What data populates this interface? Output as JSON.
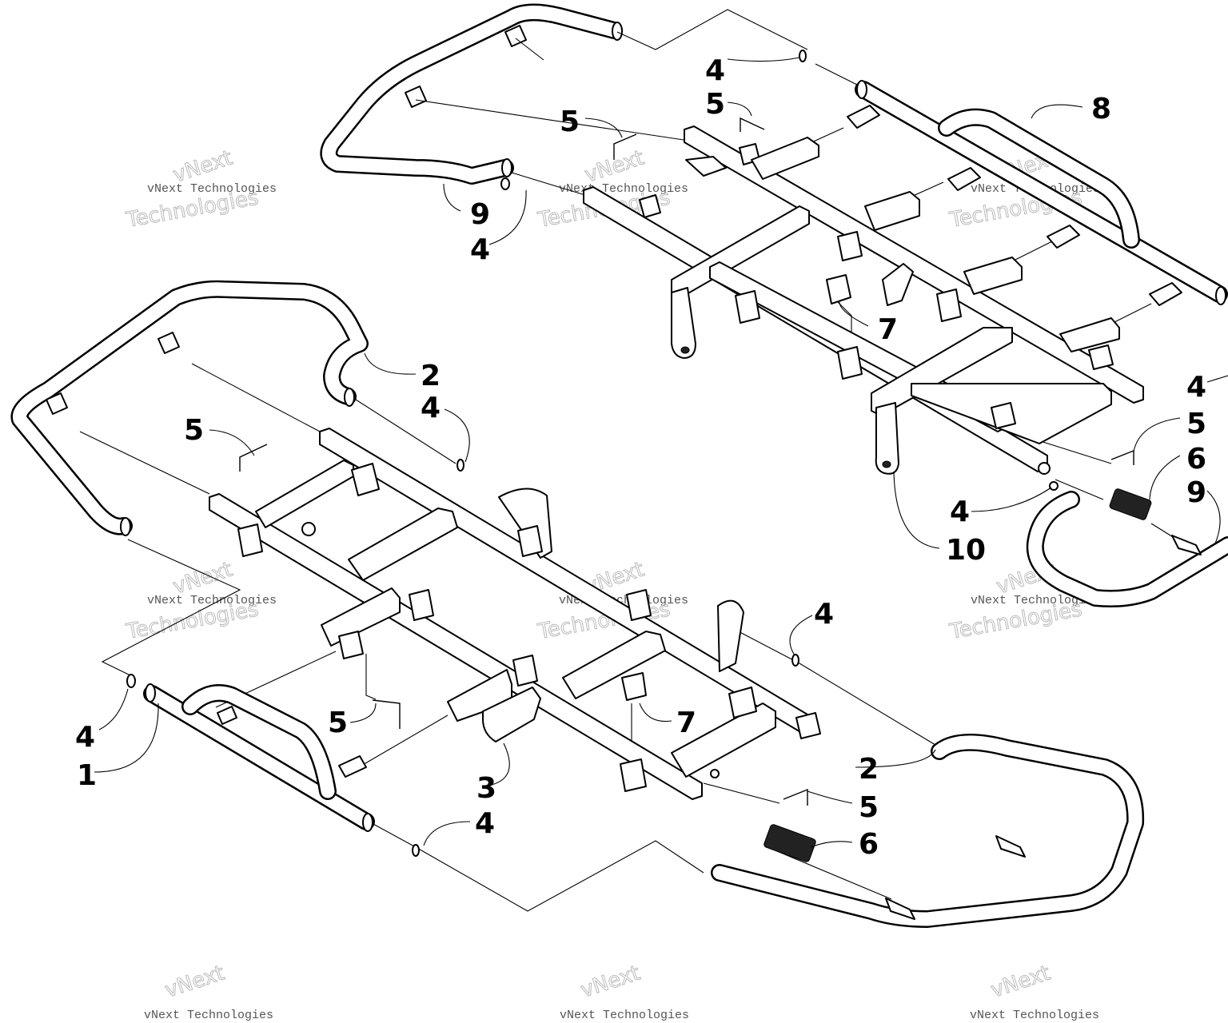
{
  "part_numbers": {
    "upper": [
      {
        "id": "u4a",
        "text": "4"
      },
      {
        "id": "u5a",
        "text": "5"
      },
      {
        "id": "u5b",
        "text": "5"
      },
      {
        "id": "u8",
        "text": "8"
      },
      {
        "id": "u9a",
        "text": "9"
      },
      {
        "id": "u4b",
        "text": "4"
      },
      {
        "id": "u7",
        "text": "7"
      },
      {
        "id": "u4c",
        "text": "4"
      },
      {
        "id": "u5c",
        "text": "5"
      },
      {
        "id": "u6",
        "text": "6"
      },
      {
        "id": "u9b",
        "text": "9"
      },
      {
        "id": "u4d",
        "text": "4"
      },
      {
        "id": "u10",
        "text": "10"
      }
    ],
    "lower": [
      {
        "id": "l2a",
        "text": "2"
      },
      {
        "id": "l4a",
        "text": "4"
      },
      {
        "id": "l5a",
        "text": "5"
      },
      {
        "id": "l4b",
        "text": "4"
      },
      {
        "id": "l7",
        "text": "7"
      },
      {
        "id": "l4c",
        "text": "4"
      },
      {
        "id": "l1",
        "text": "1"
      },
      {
        "id": "l5b",
        "text": "5"
      },
      {
        "id": "l3",
        "text": "3"
      },
      {
        "id": "l2b",
        "text": "2"
      },
      {
        "id": "l4d",
        "text": "4"
      },
      {
        "id": "l5c",
        "text": "5"
      },
      {
        "id": "l6",
        "text": "6"
      }
    ]
  },
  "watermark": {
    "brand": "vNext",
    "company": "vNext Technologies",
    "outline": "Technologies"
  }
}
